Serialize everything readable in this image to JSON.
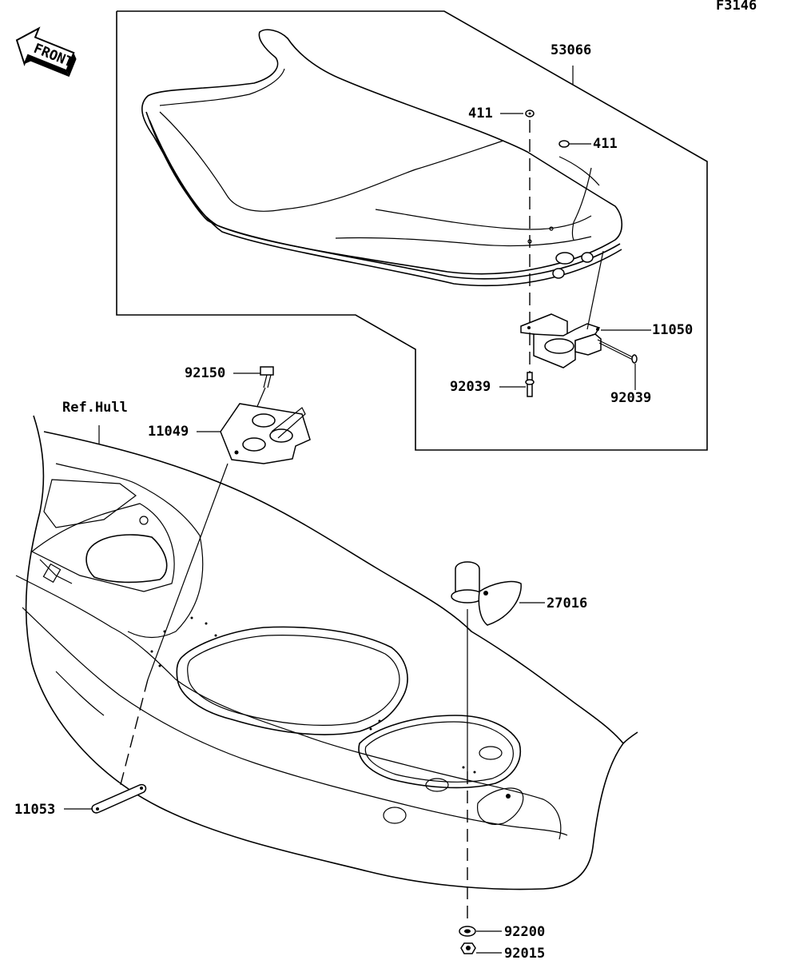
{
  "diagram_id": "F3146",
  "front_label": "FRONT",
  "ref_label": "Ref.Hull",
  "callouts": {
    "c53066": "53066",
    "c411a": "411",
    "c411b": "411",
    "c11050": "11050",
    "c92039a": "92039",
    "c92039b": "92039",
    "c92150": "92150",
    "c11049": "11049",
    "c27016": "27016",
    "c11053": "11053",
    "c92200": "92200",
    "c92015": "92015"
  }
}
